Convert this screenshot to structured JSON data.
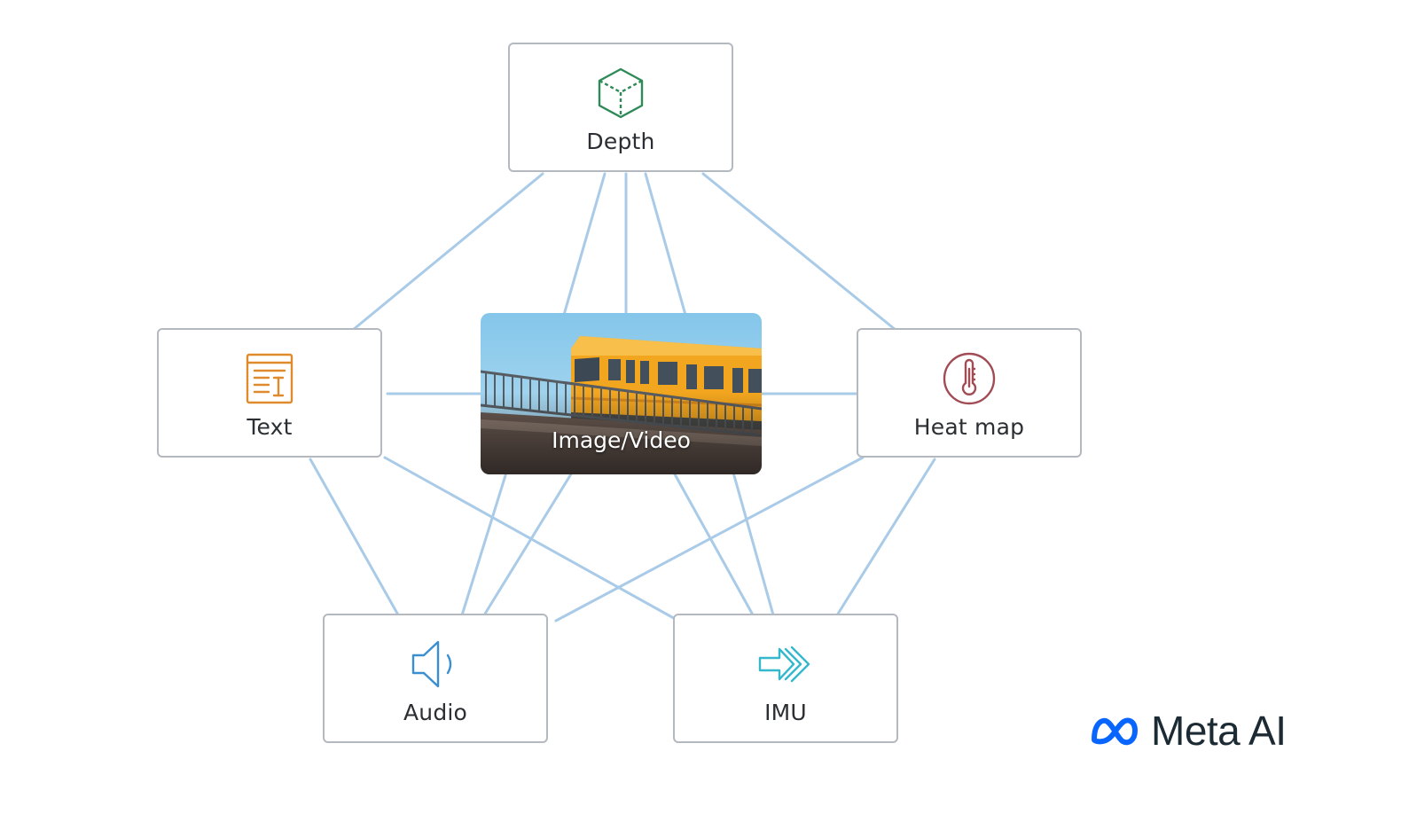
{
  "colors": {
    "edge": "#a9cbe8",
    "node_border": "#b4b8bf",
    "depth_icon": "#2e8b57",
    "text_icon": "#e08a2e",
    "heat_icon": "#a14b55",
    "audio_icon": "#3a8fd0",
    "imu_icon": "#35b7cc",
    "brand_blue": "#0866ff",
    "brand_text": "#1c2b33"
  },
  "nodes": {
    "depth": {
      "label": "Depth",
      "icon": "cube-icon"
    },
    "text": {
      "label": "Text",
      "icon": "text-document-icon"
    },
    "heat": {
      "label": "Heat map",
      "icon": "thermometer-icon"
    },
    "audio": {
      "label": "Audio",
      "icon": "speaker-icon"
    },
    "imu": {
      "label": "IMU",
      "icon": "motion-arrows-icon"
    }
  },
  "center": {
    "label": "Image/Video",
    "image": "train-on-bridge-photo"
  },
  "brand": {
    "name": "Meta AI",
    "icon": "meta-infinity-logo-icon"
  }
}
